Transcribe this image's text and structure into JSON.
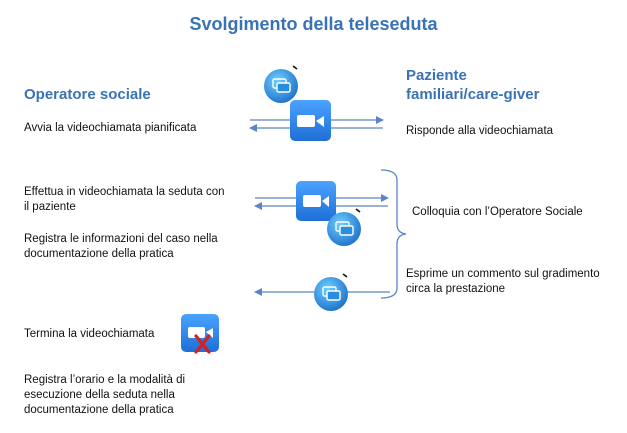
{
  "title": "Svolgimento della teleseduta",
  "left_heading": "Operatore sociale",
  "right_heading": {
    "line1": "Paziente",
    "line2": "familiari/care-giver"
  },
  "left_steps": {
    "start_call": "Avvia la videochiamata pianificata",
    "session_line1": "Effettua  in videochiamata la seduta con",
    "session_line2": "il paziente",
    "register_line1": "Registra le informazioni del caso nella",
    "register_line2": "documentazione della pratica",
    "end_call": "Termina la videochiamata",
    "record_line1": "Registra l’orario e la modalità di",
    "record_line2": "esecuzione della seduta nella",
    "record_line3": "documentazione della pratica"
  },
  "right_steps": {
    "answer_call": "Risponde alla videochiamata",
    "talk": "Colloquia con l’Operatore Sociale",
    "feedback_line1": "Esprime un commento sul gradimento",
    "feedback_line2": "circa la prestazione"
  },
  "icons": {
    "chat": "chat-bubble-icon",
    "video": "video-camera-icon",
    "end": "end-call-icon"
  },
  "colors": {
    "heading": "#3a73b5",
    "arrow": "#5b85c4",
    "icon_blue": "#2d8cff",
    "end_cross": "#d42020"
  }
}
